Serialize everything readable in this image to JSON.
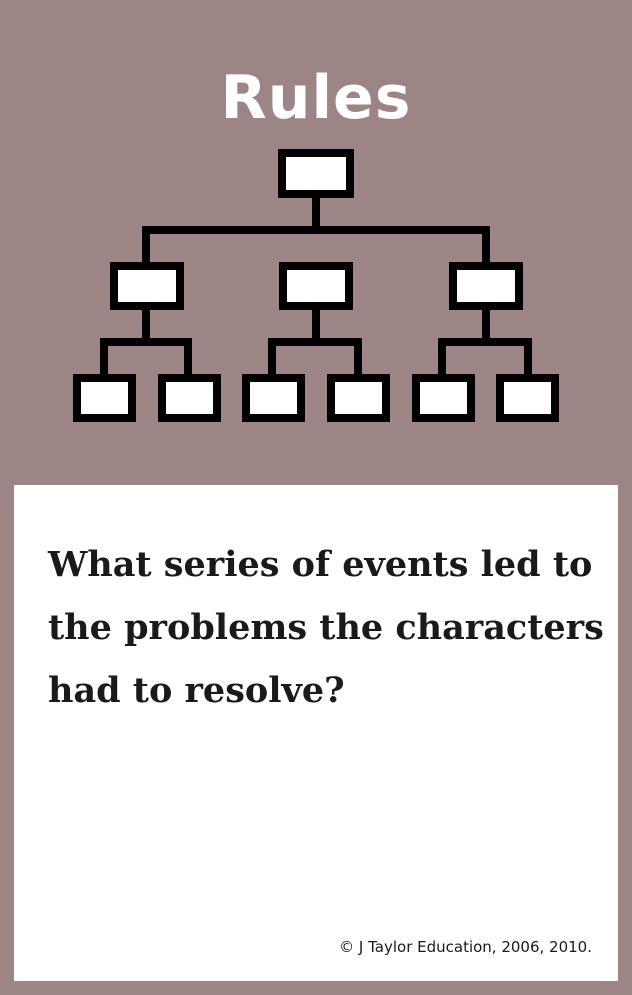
{
  "card": {
    "title": "Rules",
    "question": "What series of events led to the problems the characters had to resolve?",
    "copyright": "© J Taylor Education, 2006, 2010.",
    "icon": "hierarchy-chart-icon"
  },
  "colors": {
    "background": "#9e8585",
    "panel": "#ffffff",
    "text": "#1a1a1a",
    "title": "#ffffff"
  }
}
